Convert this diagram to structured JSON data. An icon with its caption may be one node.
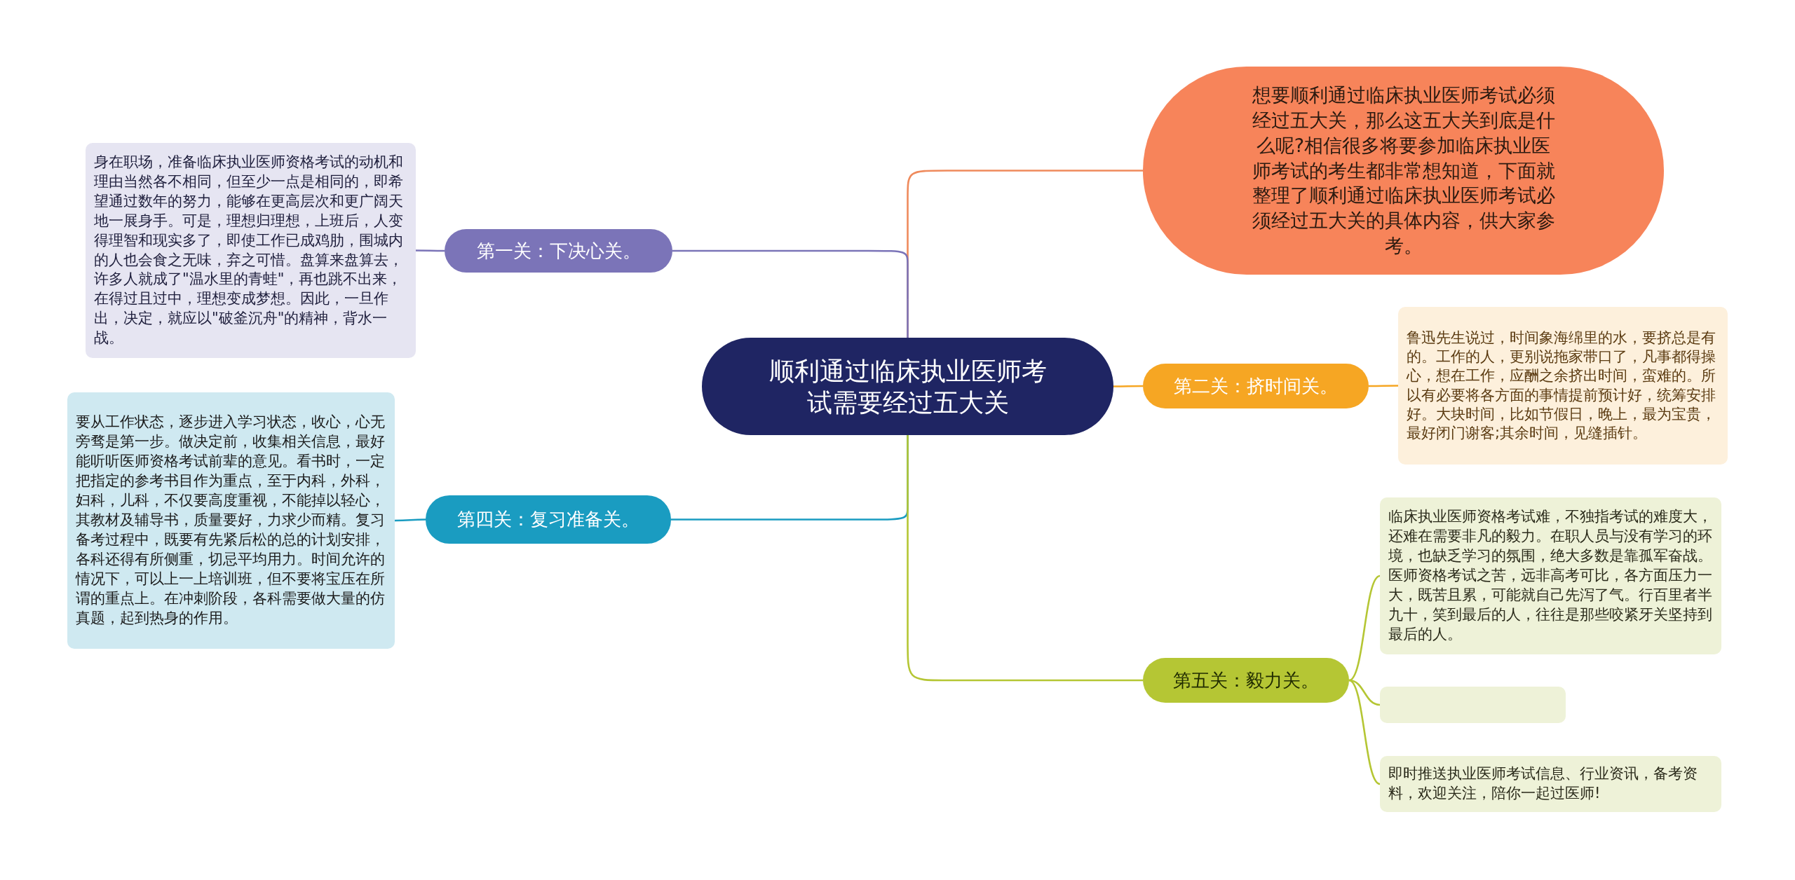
{
  "diagram": {
    "nodes": [
      {
        "text": [
          "顺利通过临床执业医师考试需要经过五大关"
        ]
      },
      {
        "text": [
          "想要顺利通过临床执业医师考试必须经过五大关，那么这五大关到底是什么呢?相信很多将要参加临床执业医师考试的考生都非常想知道，下面就整理了顺利通过临床执业医师考试必须经过五大关的具体内容，供大家参考。"
        ]
      },
      {
        "text": [
          "第一关：下决心关。"
        ]
      },
      {
        "text": [
          "身在职场，准备临床执业医师资格考试的动机和理由当然各不相同，但至少一点是相同的，即希望通过数年的努力，能够在更高层次和更广阔天地一展身手。可是，理想归理想，上班后，人变得理智和现实多了，即使工作已成鸡肋，围城内的人也会食之无味，弃之可惜。盘算来盘算去，许多人就成了\"温水里的青蛙\"，再也跳不出来，在得过且过中，理想变成梦想。因此，一旦作出，决定，就应以\"破釜沉舟\"的精神，背水一战。"
        ]
      },
      {
        "text": [
          "第二关：挤时间关。"
        ]
      },
      {
        "text": [
          "鲁迅先生说过，时间象海绵里的水，要挤总是有的。工作的人，更别说拖家带口了，凡事都得操心，想在工作，应酬之余挤出时间，蛮难的。所以有必要将各方面的事情提前预计好，统筹安排好。大块时间，比如节假日，晚上，最为宝贵，最好闭门谢客;其余时间，见缝插针。"
        ]
      },
      {
        "text": [
          "第四关：复习准备关。"
        ]
      },
      {
        "text": [
          "要从工作状态，逐步进入学习状态，收心，心无旁骛是第一步。做决定前，收集相关信息，最好能听听医师资格考试前辈的意见。看书时，一定把指定的参考书目作为重点，至于内科，外科，妇科，儿科，不仅要高度重视，不能掉以轻心，其教材及辅导书，质量要好，力求少而精。复习备考过程中，既要有先紧后松的总的计划安排，各科还得有所侧重，切忌平均用力。时间允许的情况下，可以上一上培训班，但不要将宝压在所谓的重点上。在冲刺阶段，各科需要做大量的仿真题，起到热身的作用。"
        ]
      },
      {
        "text": [
          "第五关：毅力关。"
        ]
      },
      {
        "text": [
          "临床执业医师资格考试难，不独指考试的难度大，还难在需要非凡的毅力。在职人员与没有学习的环境，也缺乏学习的氛围，绝大多数是靠孤军奋战。医师资格考试之苦，远非高考可比，各方面压力一大，既苦且累，可能就自己先泻了气。行百里者半九十，笑到最后的人，往往是那些咬紧牙关坚持到最后的人。"
        ]
      },
      {
        "text": [],
        "shape": "box"
      },
      {
        "text": [
          "即时推送执业医师考试信息、行业资讯，备考资料，欢迎关注，陪你一起过医师!"
        ]
      }
    ],
    "edges": [
      {
        "from": 0,
        "to": 1,
        "arrow": "none",
        "color": "#ef8a5c"
      },
      {
        "from": 0,
        "to": 2,
        "arrow": "none",
        "color": "#7b74b8"
      },
      {
        "from": 2,
        "to": 3,
        "arrow": "none",
        "color": "#7b74b8"
      },
      {
        "from": 0,
        "to": 4,
        "arrow": "none",
        "color": "#f6a623"
      },
      {
        "from": 4,
        "to": 5,
        "arrow": "none",
        "color": "#f6a623"
      },
      {
        "from": 0,
        "to": 6,
        "arrow": "none",
        "color": "#1a9cc1"
      },
      {
        "from": 6,
        "to": 7,
        "arrow": "none",
        "color": "#1a9cc1"
      },
      {
        "from": 0,
        "to": 8,
        "arrow": "none",
        "color": "#b5c634"
      },
      {
        "from": 8,
        "to": 9,
        "arrow": "none",
        "color": "#b5c634"
      },
      {
        "from": 8,
        "to": 10,
        "arrow": "none",
        "color": "#b5c634"
      },
      {
        "from": 8,
        "to": 11,
        "arrow": "none",
        "color": "#b5c634"
      }
    ]
  }
}
